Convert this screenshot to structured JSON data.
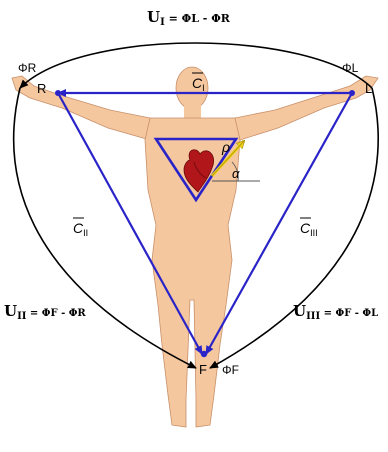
{
  "diagram": {
    "formulas": {
      "lead_I": {
        "main": "U",
        "sub": "I",
        "rhs": " = ΦL - ΦR"
      },
      "lead_II": {
        "main": "U",
        "sub": "II",
        "rhs": " = ΦF - ΦR"
      },
      "lead_III": {
        "main": "U",
        "sub": "III",
        "rhs": " = ΦF - ΦL"
      }
    },
    "electrodes": {
      "right_arm": {
        "letter": "R",
        "phi": "ΦR"
      },
      "left_arm": {
        "letter": "L",
        "phi": "ΦL"
      },
      "foot": {
        "letter": "F",
        "phi": "ΦF"
      }
    },
    "vectors": {
      "c1": {
        "letter": "C",
        "sub": "I"
      },
      "c2": {
        "letter": "C",
        "sub": "II"
      },
      "c3": {
        "letter": "C",
        "sub": "III"
      },
      "rho": "ρ",
      "alpha": "α"
    },
    "colors": {
      "body": "#f4c79f",
      "body_outline": "#c9906a",
      "triangle": "#2a24c8",
      "arc": "#000000",
      "heart": "#b0161a",
      "dipole": "#f2d21b"
    }
  }
}
